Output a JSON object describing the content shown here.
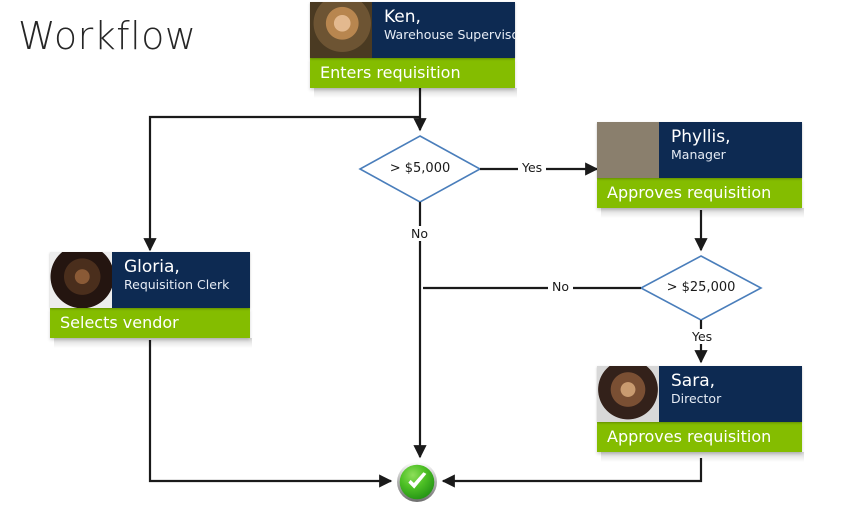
{
  "page": {
    "title": "Workflow",
    "background_color": "#ffffff"
  },
  "theme": {
    "navy": "#0d2a52",
    "green": "#84bd00",
    "diamond_stroke": "#4a7ebb",
    "diamond_fill": "#ffffff",
    "connector": "#1a1a1a",
    "end_green": "#3ea82c",
    "text_dark": "#262626"
  },
  "nodes": [
    {
      "id": "ken",
      "name": "Ken,",
      "role": "Warehouse Supervisor",
      "action": "Enters requisition",
      "photo_icon": "person-photo-ken"
    },
    {
      "id": "phyllis",
      "name": "Phyllis,",
      "role": "Manager",
      "action": "Approves requisition",
      "photo_icon": "person-photo-phyllis"
    },
    {
      "id": "gloria",
      "name": "Gloria,",
      "role": "Requisition Clerk",
      "action": "Selects vendor",
      "photo_icon": "person-photo-gloria"
    },
    {
      "id": "sara",
      "name": "Sara,",
      "role": "Director",
      "action": "Approves requisition",
      "photo_icon": "person-photo-sara"
    }
  ],
  "decisions": [
    {
      "id": "d1",
      "label": "> $5,000"
    },
    {
      "id": "d2",
      "label": "> $25,000"
    }
  ],
  "edge_labels": {
    "ken_to_d1": "",
    "d1_yes": "Yes",
    "d1_no": "No",
    "d2_no": "No",
    "d2_yes": "Yes"
  },
  "end_node": {
    "icon": "checkmark-circle-icon",
    "label": "Complete"
  }
}
